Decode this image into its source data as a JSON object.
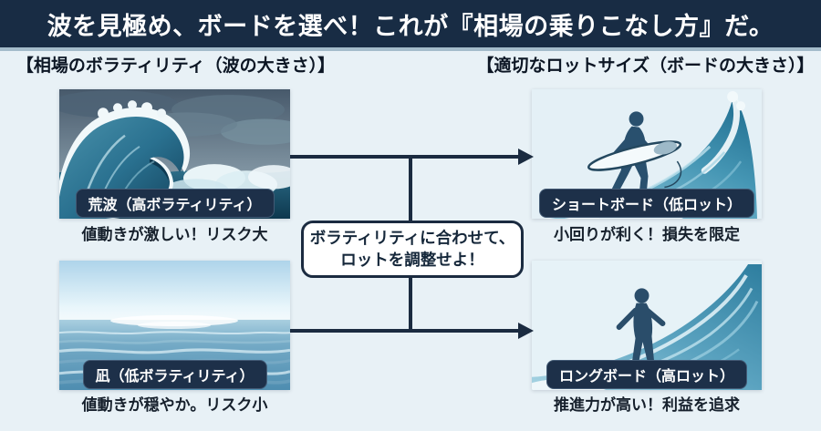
{
  "header": {
    "title": "波を見極め、ボードを選べ！これが『相場の乗りこなし方』だ。"
  },
  "columns": {
    "left": "【相場のボラティリティ（波の大きさ）】",
    "right": "【適切なロットサイズ（ボードの大きさ）】"
  },
  "panels": {
    "rough_sea": {
      "label": "荒波（高ボラティリティ）",
      "caption": "値動きが激しい！リスク大",
      "illustration": "rough-wave"
    },
    "calm_sea": {
      "label": "凪（低ボラティリティ）",
      "caption": "値動きが穏やか。リスク小",
      "illustration": "calm-sea"
    },
    "shortboard": {
      "label": "ショートボード（低ロット）",
      "caption": "小回りが利く！損失を限定",
      "illustration": "shortboard-surfer"
    },
    "longboard": {
      "label": "ロングボード（高ロット）",
      "caption": "推進力が高い！利益を追求",
      "illustration": "longboard-surfer"
    }
  },
  "center_note": {
    "line1": "ボラティリティに合わせて、",
    "line2": "ロットを調整せよ！"
  },
  "colors": {
    "header_bg": "#182c44",
    "accent_navy": "#1b2b40",
    "pill_bg": "#1d3049",
    "background": "#e8f1f6"
  }
}
